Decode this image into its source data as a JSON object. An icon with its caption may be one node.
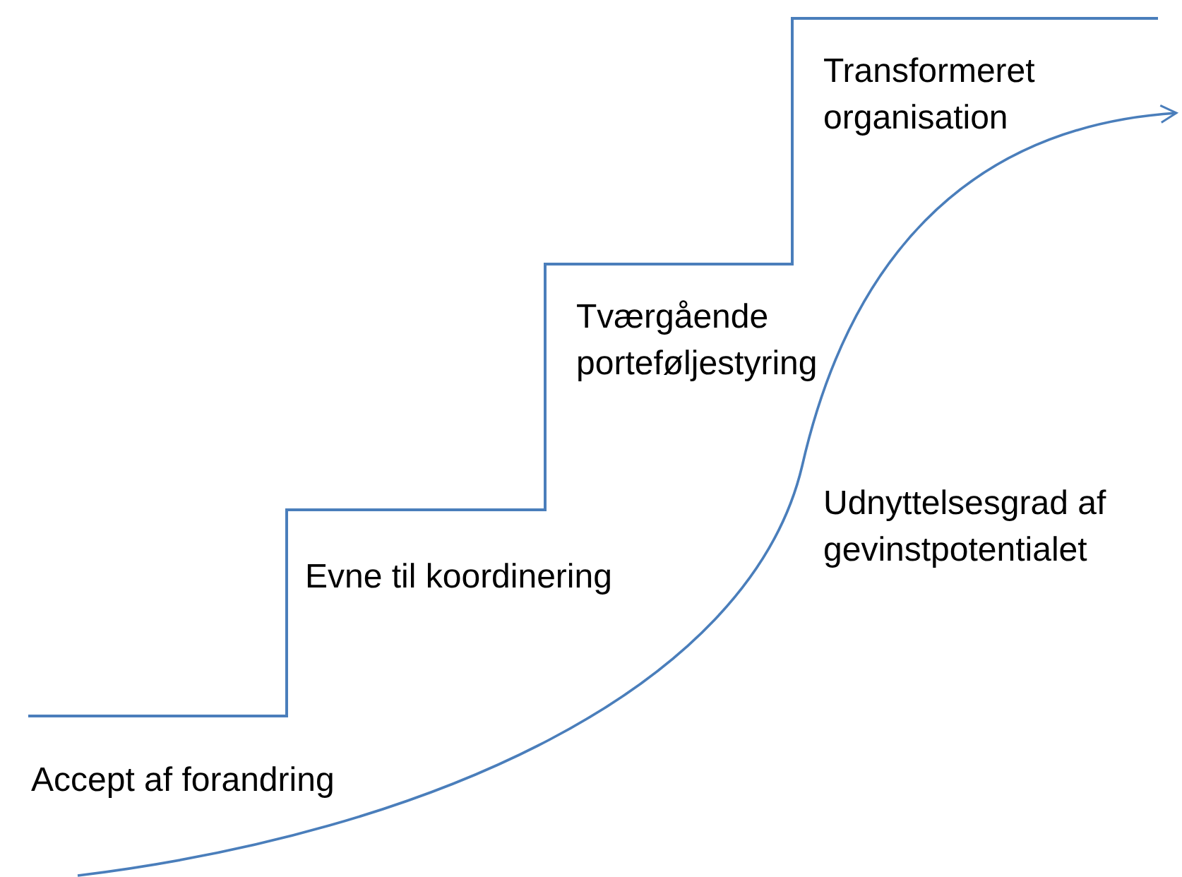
{
  "diagram": {
    "labels": [
      "Transformeret organisation",
      "Tværgående porteføljestyring",
      "Udnyttelsesgrad af gevinstpotentialet",
      "Evne til koordinering",
      "Accept af forandring"
    ]
  }
}
